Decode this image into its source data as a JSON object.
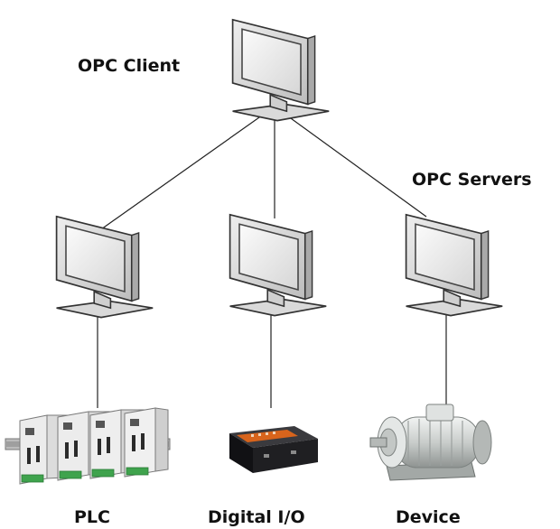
{
  "labels": {
    "client": "OPC Client",
    "servers": "OPC Servers",
    "plc": "PLC",
    "digital_io": "Digital I/O",
    "device": "Device"
  },
  "nodes": [
    {
      "name": "opc-client-monitor",
      "role": "client"
    },
    {
      "name": "opc-server-monitor-left",
      "role": "server"
    },
    {
      "name": "opc-server-monitor-center",
      "role": "server"
    },
    {
      "name": "opc-server-monitor-right",
      "role": "server"
    }
  ],
  "devices": [
    {
      "name": "plc-hardware",
      "icon": "plc-module-icon"
    },
    {
      "name": "digital-io-box",
      "icon": "digital-io-icon"
    },
    {
      "name": "electric-motor",
      "icon": "motor-icon"
    }
  ],
  "colors": {
    "monitor_body": "#e3e3e3",
    "monitor_outline": "#333333",
    "screen_glass": "#f4f4f4",
    "connector_line": "#222222",
    "io_box": "#1f1f22",
    "io_panel": "#d8641c",
    "motor_body": "#d2d6d4",
    "plc_body": "#eaeaea",
    "plc_terminals": "#3fa34d"
  }
}
